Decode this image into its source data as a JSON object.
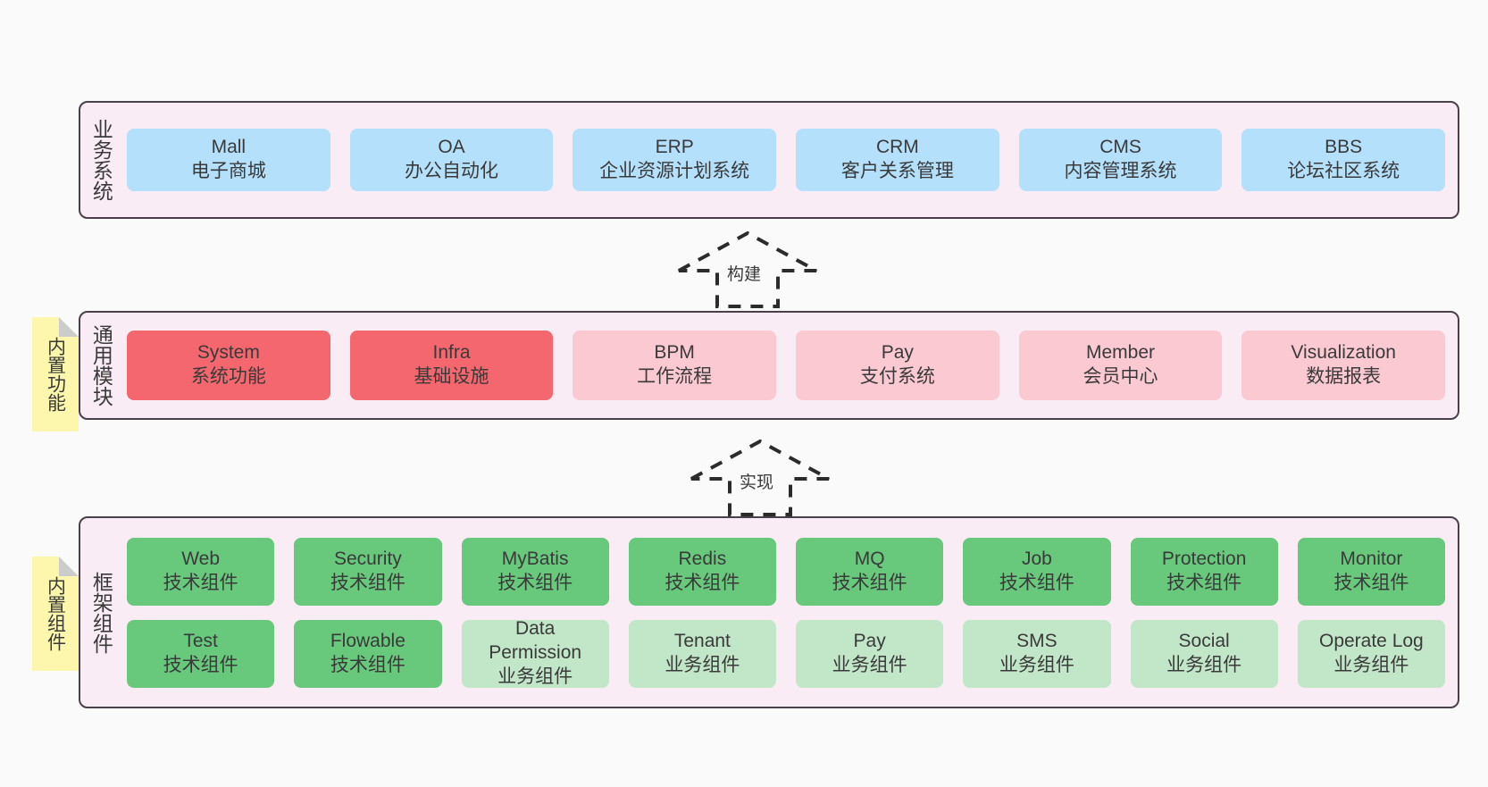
{
  "diagram": {
    "background_color": "#fafafa",
    "panel_color": "#f9ecf5",
    "panel_border_color": "#4a404a",
    "note_color": "#fcf7ad",
    "colors": {
      "blue": "#b5e0fb",
      "red": "#f4676e",
      "pink": "#fbc9d2",
      "green": "#68c87c",
      "light_green": "#c2e6c8"
    }
  },
  "layers": {
    "business": {
      "label": "业务系统",
      "boxes": [
        {
          "title": "Mall",
          "subtitle": "电子商城",
          "color": "blue"
        },
        {
          "title": "OA",
          "subtitle": "办公自动化",
          "color": "blue"
        },
        {
          "title": "ERP",
          "subtitle": "企业资源计划系统",
          "color": "blue"
        },
        {
          "title": "CRM",
          "subtitle": "客户关系管理",
          "color": "blue"
        },
        {
          "title": "CMS",
          "subtitle": "内容管理系统",
          "color": "blue"
        },
        {
          "title": "BBS",
          "subtitle": "论坛社区系统",
          "color": "blue"
        }
      ]
    },
    "modules": {
      "label": "通用模块",
      "note": "内置功能",
      "boxes": [
        {
          "title": "System",
          "subtitle": "系统功能",
          "color": "red"
        },
        {
          "title": "Infra",
          "subtitle": "基础设施",
          "color": "red"
        },
        {
          "title": "BPM",
          "subtitle": "工作流程",
          "color": "pink"
        },
        {
          "title": "Pay",
          "subtitle": "支付系统",
          "color": "pink"
        },
        {
          "title": "Member",
          "subtitle": "会员中心",
          "color": "pink"
        },
        {
          "title": "Visualization",
          "subtitle": "数据报表",
          "color": "pink"
        }
      ]
    },
    "framework": {
      "label": "框架组件",
      "note": "内置组件",
      "row1": [
        {
          "title": "Web",
          "subtitle": "技术组件",
          "color": "green"
        },
        {
          "title": "Security",
          "subtitle": "技术组件",
          "color": "green"
        },
        {
          "title": "MyBatis",
          "subtitle": "技术组件",
          "color": "green"
        },
        {
          "title": "Redis",
          "subtitle": "技术组件",
          "color": "green"
        },
        {
          "title": "MQ",
          "subtitle": "技术组件",
          "color": "green"
        },
        {
          "title": "Job",
          "subtitle": "技术组件",
          "color": "green"
        },
        {
          "title": "Protection",
          "subtitle": "技术组件",
          "color": "green"
        },
        {
          "title": "Monitor",
          "subtitle": "技术组件",
          "color": "green"
        }
      ],
      "row2": [
        {
          "title": "Test",
          "subtitle": "技术组件",
          "color": "green"
        },
        {
          "title": "Flowable",
          "subtitle": "技术组件",
          "color": "green"
        },
        {
          "title": "Data Permission",
          "subtitle": "业务组件",
          "color": "light_green"
        },
        {
          "title": "Tenant",
          "subtitle": "业务组件",
          "color": "light_green"
        },
        {
          "title": "Pay",
          "subtitle": "业务组件",
          "color": "light_green"
        },
        {
          "title": "SMS",
          "subtitle": "业务组件",
          "color": "light_green"
        },
        {
          "title": "Social",
          "subtitle": "业务组件",
          "color": "light_green"
        },
        {
          "title": "Operate Log",
          "subtitle": "业务组件",
          "color": "light_green"
        }
      ]
    }
  },
  "connectors": [
    {
      "name": "build",
      "label": "构建"
    },
    {
      "name": "implement",
      "label": "实现"
    }
  ]
}
